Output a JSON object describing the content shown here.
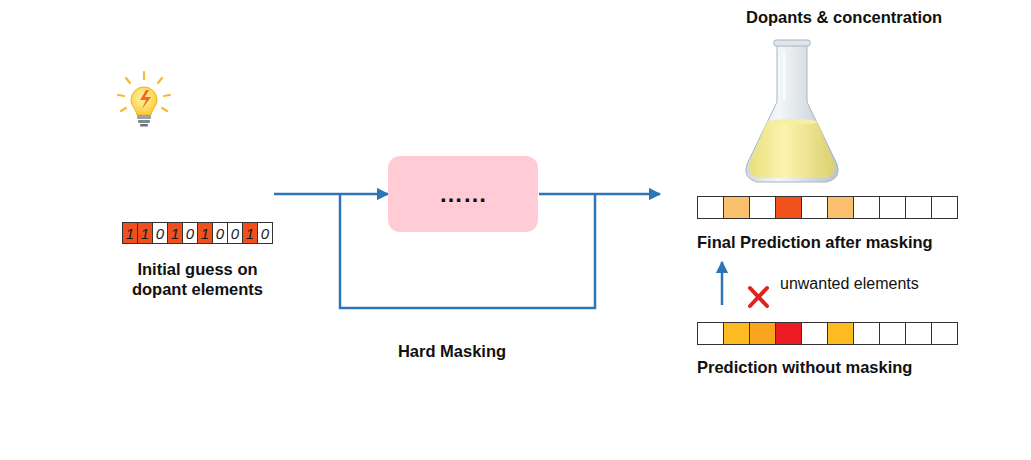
{
  "diagram": {
    "nodes": [
      {
        "text": [
          "1",
          "1",
          "0",
          "1",
          "0",
          "1",
          "0",
          "0",
          "1",
          "0",
          "Initial guess on dopant elements"
        ]
      },
      {
        "text": [
          "……"
        ]
      },
      {
        "text": [
          "Final Prediction after masking"
        ]
      },
      {
        "text": [
          "Prediction without masking"
        ]
      }
    ],
    "edges": [
      {
        "from": 0,
        "to": 1,
        "arrow": "to"
      },
      {
        "from": 1,
        "to": 2,
        "arrow": "to"
      },
      {
        "from": 3,
        "to": 2,
        "label": "unwanted elements",
        "arrow": "to"
      }
    ],
    "labels": [
      "Hard Masking",
      "Dopants & concentration"
    ]
  }
}
